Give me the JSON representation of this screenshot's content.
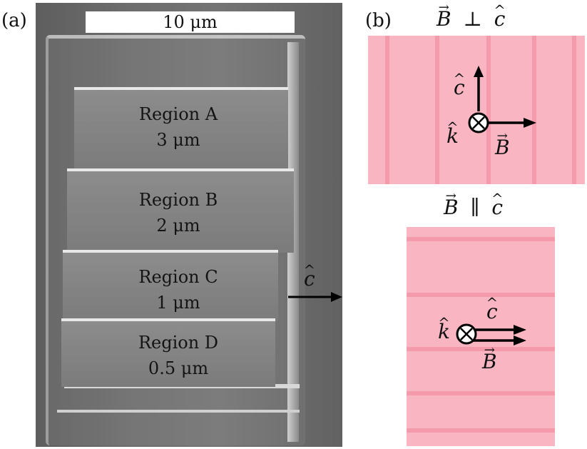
{
  "panel_a": {
    "label": "(a)",
    "scale_bar": "10 μm",
    "regions": [
      {
        "name": "Region A",
        "thickness": "3 μm"
      },
      {
        "name": "Region B",
        "thickness": "2 μm"
      },
      {
        "name": "Region C",
        "thickness": "1 μm"
      },
      {
        "name": "Region D",
        "thickness": "0.5 μm"
      }
    ],
    "axis_label": "c"
  },
  "panel_b": {
    "label": "(b)",
    "top": {
      "title_B": "B",
      "title_rel": "⊥",
      "title_c": "c",
      "label_c": "c",
      "label_k": "k",
      "label_B": "B"
    },
    "bottom": {
      "title_B": "B",
      "title_rel": "∥",
      "title_c": "c",
      "label_c": "c",
      "label_k": "k",
      "label_B": "B"
    },
    "colors": {
      "fill": "#f9b6c2",
      "stripe": "#f39aab"
    }
  }
}
